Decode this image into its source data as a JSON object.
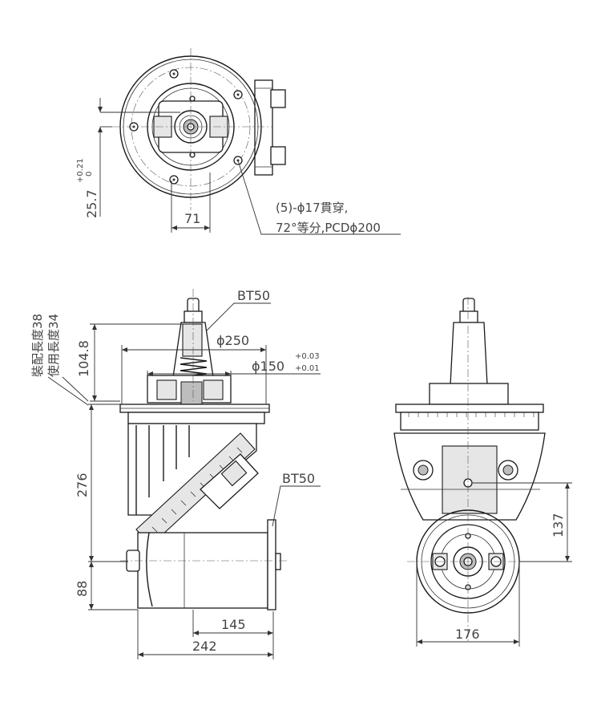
{
  "dimensions": {
    "tol_val": "25.7",
    "tol_upper": "+0.21",
    "tol_lower": "0",
    "dim_71": "71",
    "bolt_note_1": "(5)-ϕ17貫穿,",
    "bolt_note_2": "72°等分,PCDϕ200",
    "bt50_top": "BT50",
    "bt50_side": "BT50",
    "dia_250": "ϕ250",
    "dia_150": "ϕ150",
    "dia_150_upper": "+0.03",
    "dia_150_lower": "+0.01",
    "assembly_length": "裝配長度38",
    "usable_length": "使用長度34",
    "dim_104": "104.8",
    "dim_276": "276",
    "dim_88": "88",
    "dim_145": "145",
    "dim_242": "242",
    "dim_176": "176",
    "dim_137": "137"
  }
}
